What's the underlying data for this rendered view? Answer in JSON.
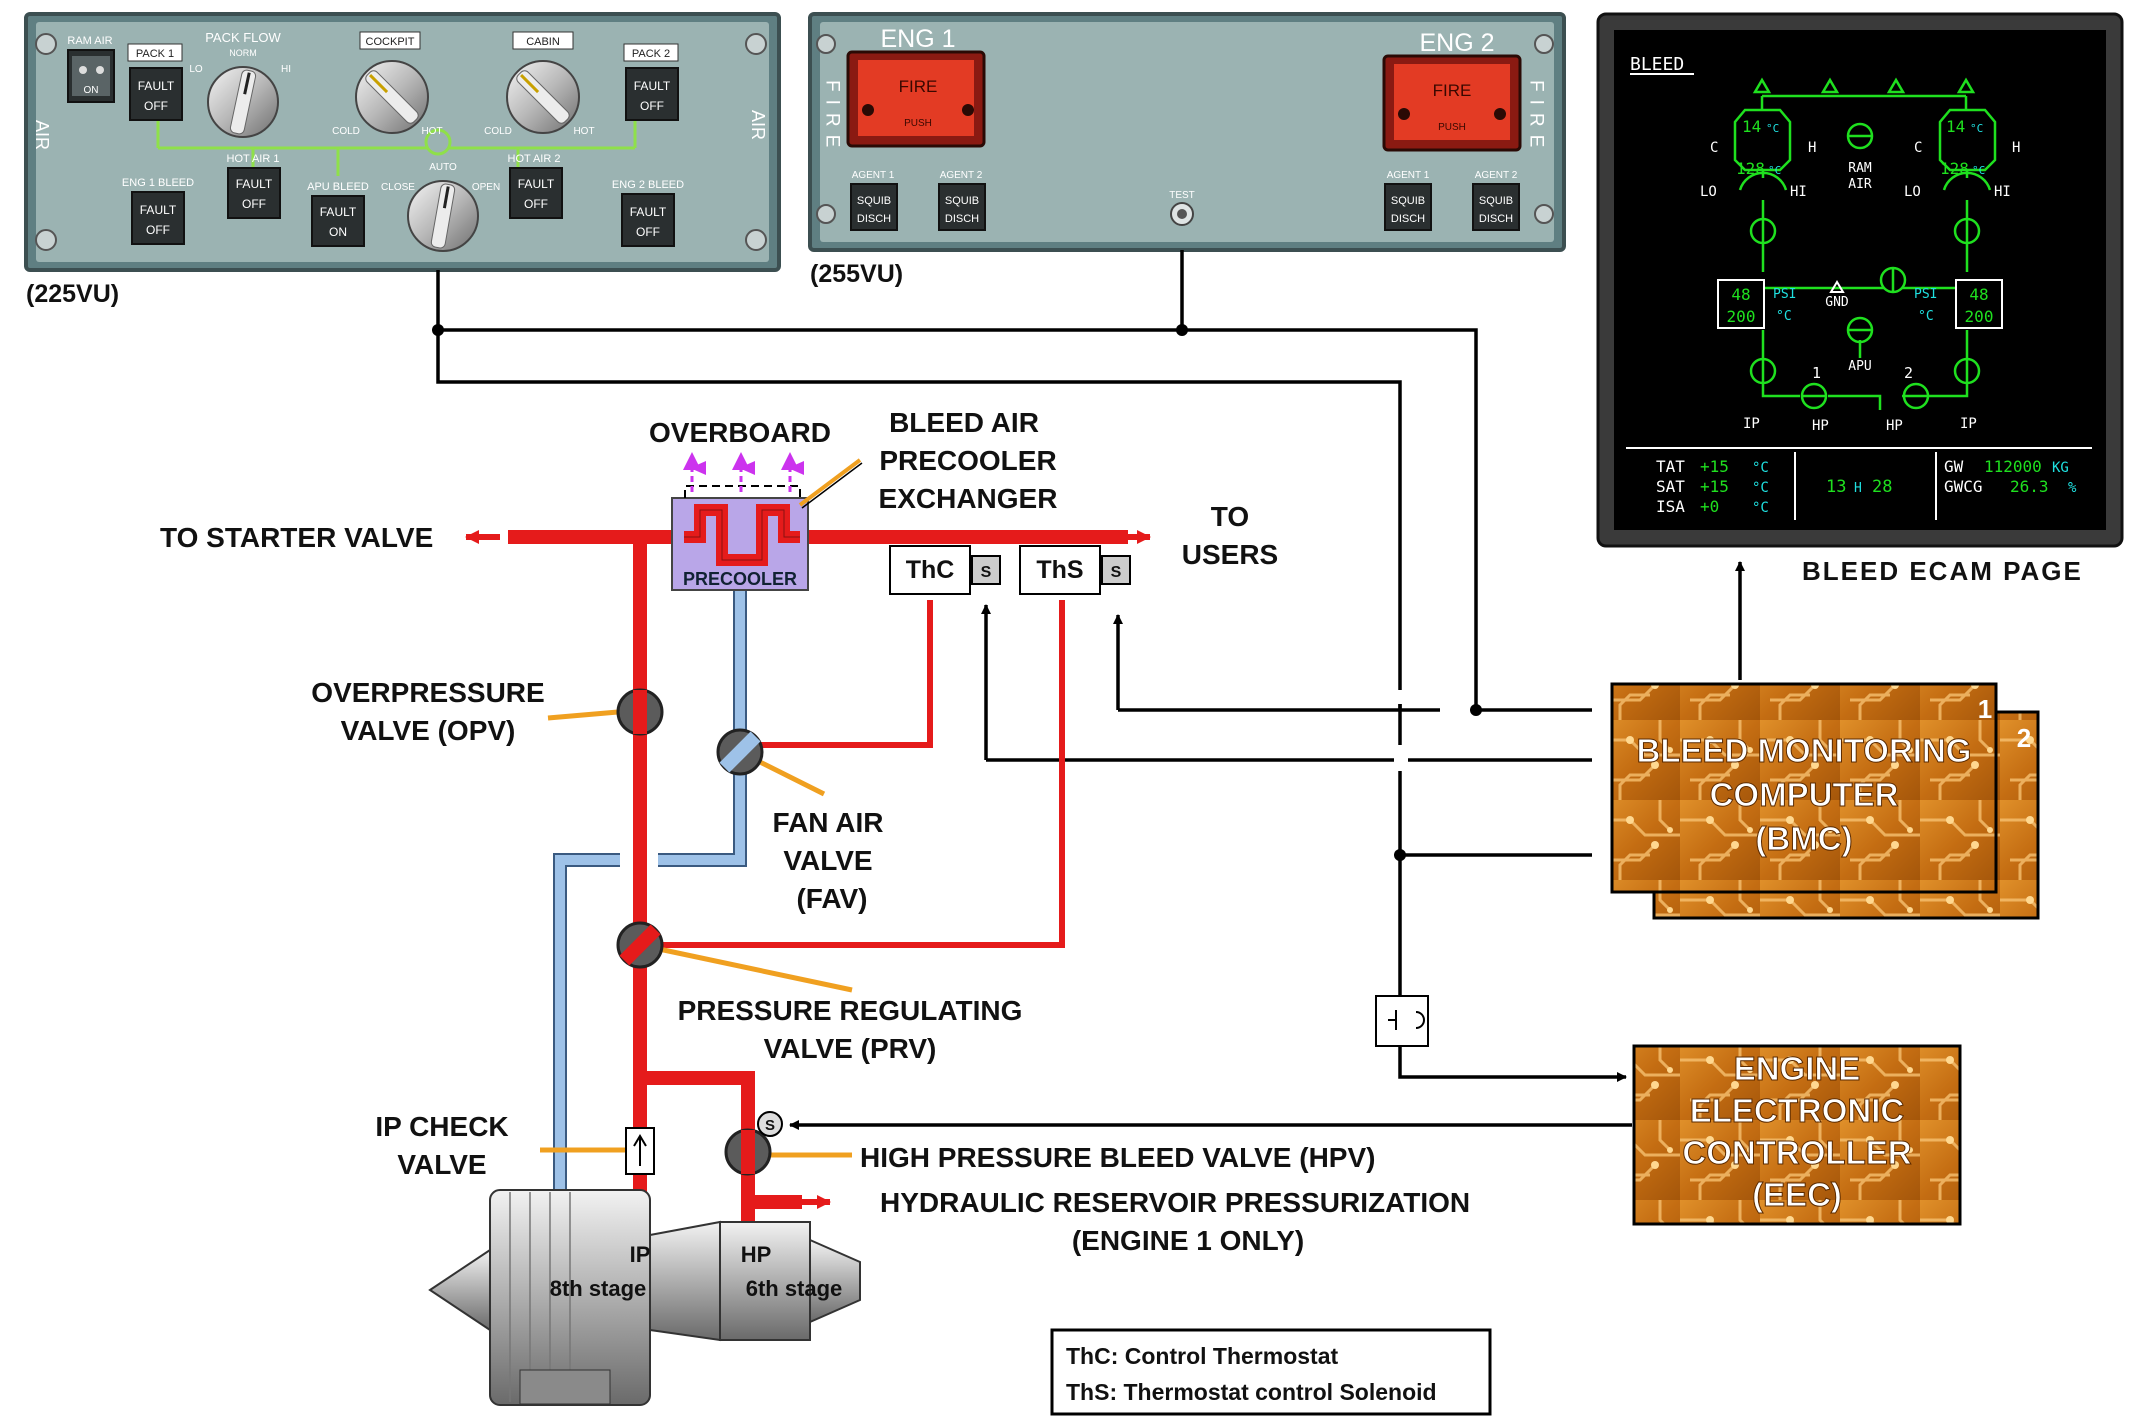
{
  "overhead_air": {
    "ram_air": "RAM AIR",
    "ram_air_btn": "ON",
    "pack1": "PACK 1",
    "pack2": "PACK 2",
    "pack_flow": "PACK FLOW",
    "norm": "NORM",
    "lo": "LO",
    "hi": "HI",
    "cockpit": "COCKPIT",
    "cabin": "CABIN",
    "cold": "COLD",
    "hot": "HOT",
    "hot_air_1": "HOT AIR 1",
    "hot_air_2": "HOT AIR 2",
    "eng1_bleed": "ENG 1 BLEED",
    "eng2_bleed": "ENG 2 BLEED",
    "apu_bleed": "APU BLEED",
    "close": "CLOSE",
    "auto": "AUTO",
    "open": "OPEN",
    "fault": "FAULT",
    "off": "OFF",
    "on": "ON",
    "side": "AIR",
    "panel_id": "(225VU)"
  },
  "overhead_fire": {
    "eng1": "ENG 1",
    "eng2": "ENG 2",
    "fire": "FIRE",
    "push": "PUSH",
    "agent1": "AGENT 1",
    "agent2": "AGENT 2",
    "squib": "SQUIB",
    "disch": "DISCH",
    "test": "TEST",
    "side": "FIRE",
    "panel_id": "(255VU)"
  },
  "ecam": {
    "title": "BLEED",
    "c": "C",
    "h": "H",
    "lo": "LO",
    "hi": "HI",
    "pack_outlet_temp": "14",
    "pack_comp_temp": "128",
    "deg_c": "°C",
    "ram_air": "RAM",
    "ram_air2": "AIR",
    "gnd": "GND",
    "apu": "APU",
    "psi": "PSI",
    "bleed_press": "48",
    "bleed_temp": "200",
    "eng1": "1",
    "eng2": "2",
    "ip": "IP",
    "hp": "HP",
    "tat_label": "TAT",
    "tat": "+15",
    "sat_label": "SAT",
    "sat": "+15",
    "isa_label": "ISA",
    "isa": "+0",
    "time_h": "13",
    "time_sep": "H",
    "time_m": "28",
    "gw_label": "GW",
    "gw": "112000",
    "gw_unit": "KG",
    "gwcg_label": "GWCG",
    "gwcg": "26.3",
    "gwcg_unit": "%",
    "caption": "BLEED ECAM PAGE"
  },
  "diagram": {
    "overboard": "OVERBOARD",
    "precooler_l1": "BLEED AIR",
    "precooler_l2": "PRECOOLER",
    "precooler_l3": "EXCHANGER",
    "precooler": "PRECOOLER",
    "to_starter": "TO STARTER VALVE",
    "to_users_1": "TO",
    "to_users_2": "USERS",
    "thc": "ThC",
    "ths": "ThS",
    "s": "S",
    "opv_1": "OVERPRESSURE",
    "opv_2": "VALVE (OPV)",
    "fav_1": "FAN AIR",
    "fav_2": "VALVE",
    "fav_3": "(FAV)",
    "prv_1": "PRESSURE REGULATING",
    "prv_2": "VALVE (PRV)",
    "ipcv_1": "IP CHECK",
    "ipcv_2": "VALVE",
    "hpv": "HIGH PRESSURE BLEED VALVE (HPV)",
    "hyd_1": "HYDRAULIC RESERVOIR PRESSURIZATION",
    "hyd_2": "(ENGINE 1 ONLY)",
    "ip": "IP",
    "ip_stage": "8th stage",
    "hp": "HP",
    "hp_stage": "6th stage",
    "bmc_1": "BLEED MONITORING",
    "bmc_2": "COMPUTER",
    "bmc_3": "(BMC)",
    "bmc_n1": "1",
    "bmc_n2": "2",
    "eec_1": "ENGINE",
    "eec_2": "ELECTRONIC",
    "eec_3": "CONTROLLER",
    "eec_4": "(EEC)",
    "legend_1": "ThC: Control Thermostat",
    "legend_2": "ThS: Thermostat control Solenoid"
  }
}
